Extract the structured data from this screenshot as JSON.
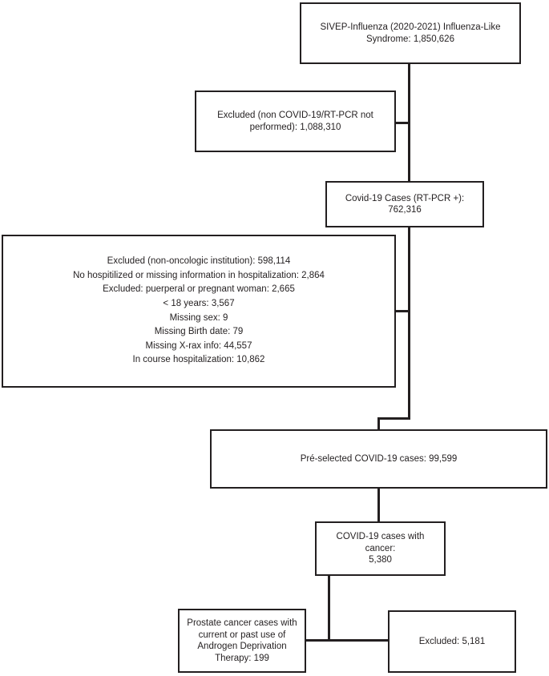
{
  "chart_data": {
    "type": "diagram",
    "subtype": "flowchart",
    "title": "",
    "orientation": "top-to-bottom",
    "nodes": [
      {
        "id": "sivep",
        "label": "SIVEP-Influenza (2020-2021) Influenza-Like\nSyndrome: 1,850,626",
        "value": 1850626,
        "role": "source-population"
      },
      {
        "id": "excluded1",
        "label": "Excluded  (non COVID-19/RT-PCR not\nperformed): 1,088,310",
        "value": 1088310,
        "role": "exclusion"
      },
      {
        "id": "covid",
        "label": "Covid-19 Cases (RT-PCR +):\n762,316",
        "value": 762316,
        "role": "population"
      },
      {
        "id": "excluded2",
        "label": "Excluded  (non-oncologic institution): 598,114\nNo hospitilized or missing information in hospitalization: 2,864\nExcluded: puerperal or pregnant woman: 2,665\n< 18 years: 3,567\nMissing sex: 9\nMissing Birth date: 79\nMissing X-rax info: 44,557\nIn course hospitalization: 10,862",
        "role": "exclusion",
        "items": [
          {
            "reason": "Excluded  (non-oncologic institution)",
            "value": 598114
          },
          {
            "reason": "No hospitilized or missing information in hospitalization",
            "value": 2864
          },
          {
            "reason": "Excluded: puerperal or pregnant woman",
            "value": 2665
          },
          {
            "reason": "< 18 years",
            "value": 3567
          },
          {
            "reason": "Missing sex",
            "value": 9
          },
          {
            "reason": "Missing Birth date",
            "value": 79
          },
          {
            "reason": "Missing X-rax info",
            "value": 44557
          },
          {
            "reason": "In course hospitalization",
            "value": 10862
          }
        ]
      },
      {
        "id": "preselect",
        "label": "Pré-selected COVID-19 cases: 99,599",
        "value": 99599,
        "role": "population"
      },
      {
        "id": "cancer",
        "label": "COVID-19 cases with cancer:\n5,380",
        "value": 5380,
        "role": "population"
      },
      {
        "id": "prostate",
        "label": "Prostate cancer cases with\ncurrent or past use of\nAndrogen Deprivation\nTherapy: 199",
        "value": 199,
        "role": "final-cohort"
      },
      {
        "id": "excluded3",
        "label": "Excluded: 5,181",
        "value": 5181,
        "role": "exclusion"
      }
    ],
    "edges": [
      {
        "from": "sivep",
        "to": "covid"
      },
      {
        "from": "sivep",
        "to": "excluded1",
        "type": "exclusion-branch"
      },
      {
        "from": "covid",
        "to": "preselect"
      },
      {
        "from": "covid",
        "to": "excluded2",
        "type": "exclusion-branch"
      },
      {
        "from": "preselect",
        "to": "cancer"
      },
      {
        "from": "cancer",
        "to": "prostate"
      },
      {
        "from": "cancer",
        "to": "excluded3",
        "type": "exclusion-branch"
      }
    ],
    "colors": {
      "stroke": "#231f20",
      "fill": "#ffffff",
      "text": "#231f20"
    }
  }
}
